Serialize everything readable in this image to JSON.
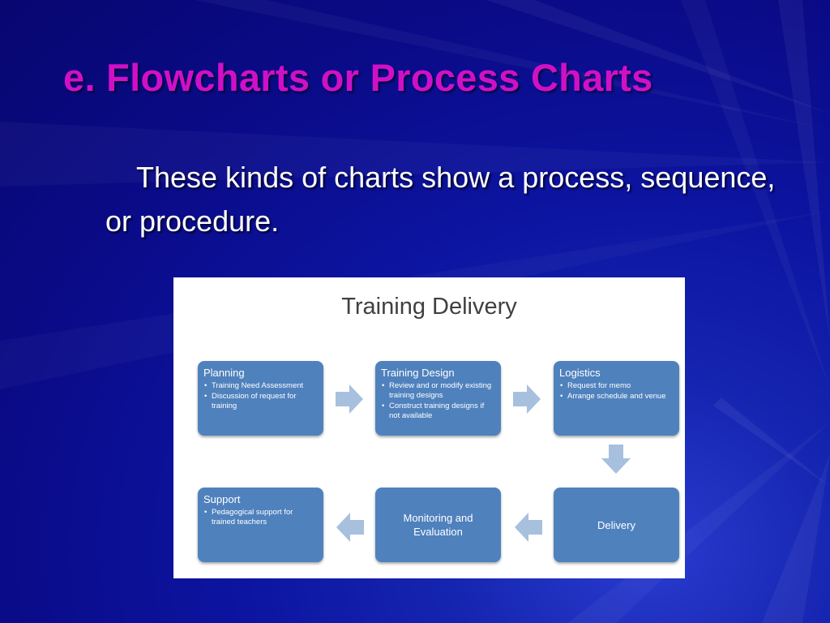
{
  "slide": {
    "title": "e. Flowcharts or Process Charts",
    "body": "These kinds of charts show a process, sequence, or procedure."
  },
  "diagram": {
    "title": "Training Delivery",
    "steps": [
      {
        "title": "Planning",
        "bullets": [
          "Training Need Assessment",
          "Discussion of request for training"
        ]
      },
      {
        "title": "Training Design",
        "bullets": [
          "Review  and or modify existing training designs",
          "Construct  training designs if not available"
        ]
      },
      {
        "title": "Logistics",
        "bullets": [
          "Request for memo",
          "Arrange schedule and venue"
        ]
      },
      {
        "title": "Delivery",
        "bullets": []
      },
      {
        "title": "Monitoring and Evaluation",
        "bullets": []
      },
      {
        "title": "Support",
        "bullets": [
          "Pedagogical support for trained teachers"
        ]
      }
    ],
    "colors": {
      "box_fill": "#4f81bd",
      "arrow_fill": "#a7c0de",
      "title_text": "#d010c8"
    }
  }
}
